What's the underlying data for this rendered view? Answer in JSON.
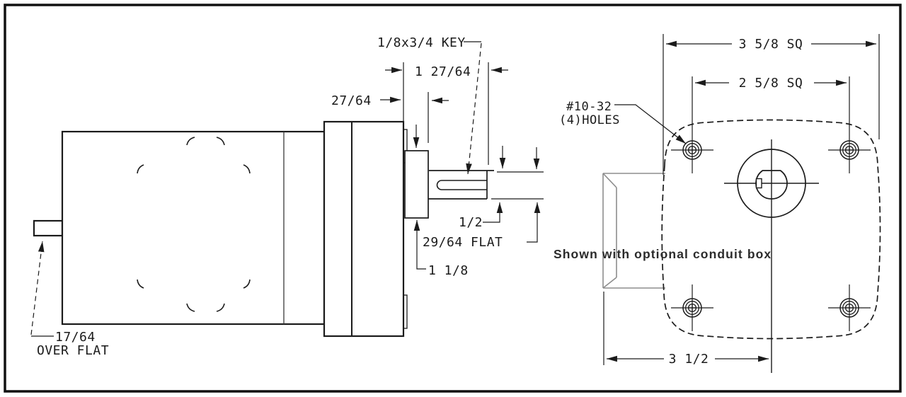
{
  "drawing": {
    "title": "Gear motor dimensional drawing",
    "side_view": {
      "labels": {
        "key": "1/8x3/4 KEY",
        "shaft_length": "1 27/64",
        "hub_width": "27/64",
        "shaft_diameter": "1/2",
        "shaft_flat": "29/64 FLAT",
        "hub_diameter": "1 1/8",
        "rear_flat_value": "17/64",
        "rear_flat_caption": "OVER FLAT"
      }
    },
    "front_view": {
      "labels": {
        "outer_square": "3 5/8 SQ",
        "bolt_square": "2 5/8 SQ",
        "holes_thread": "#10-32",
        "holes_count": "(4)HOLES",
        "caption": "Shown with optional conduit box",
        "box_offset": "3 1/2"
      }
    },
    "colors": {
      "line": "#1b1b1b",
      "conduit_box_gray": "#8d8d8d",
      "background": "#ffffff",
      "border": "#111111"
    }
  }
}
